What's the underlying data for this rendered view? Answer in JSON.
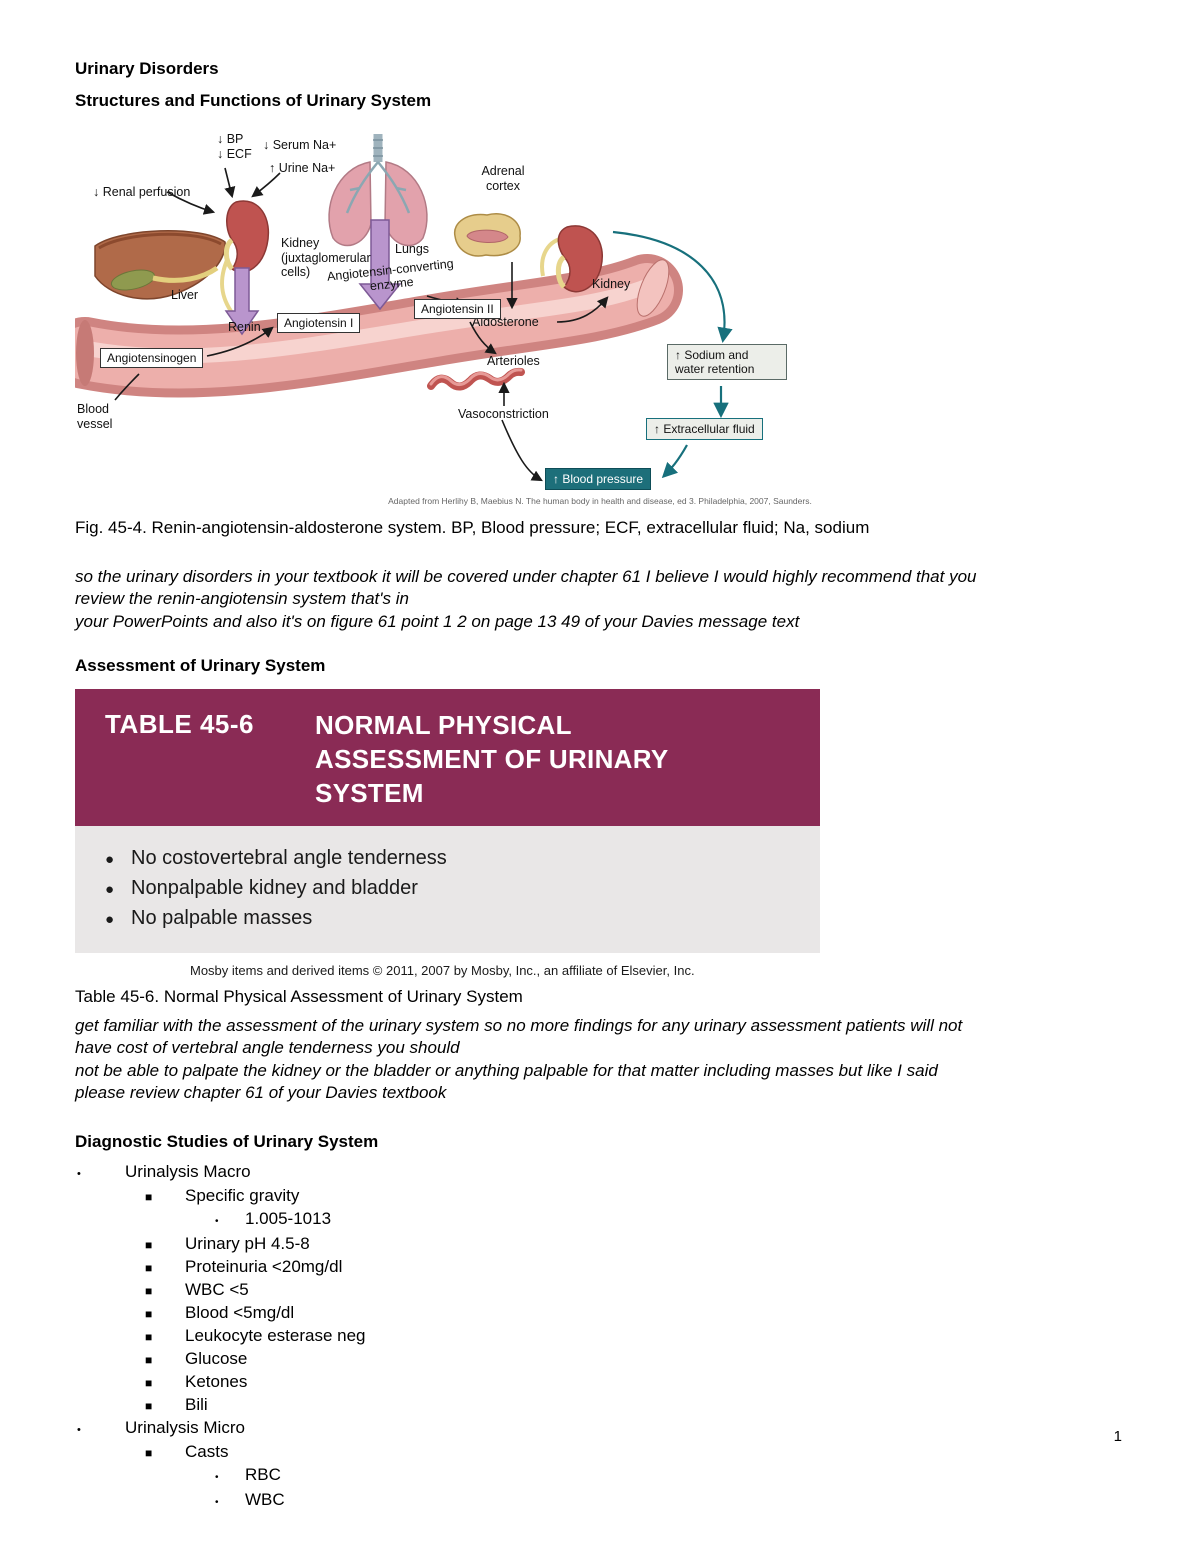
{
  "page": {
    "title1": "Urinary Disorders",
    "title2": "Structures and Functions of Urinary System",
    "fig_caption": "Fig. 45-4. Renin-angiotensin-aldosterone system. BP, Blood pressure; ECF, extracellular fluid; Na, sodium",
    "commentary1": "so the urinary disorders in your textbook it will be covered under chapter 61 I believe I would highly recommend that you\nreview the renin-angiotensin system that's in\nyour PowerPoints and also it's on figure 61 point 1 2 on page 13 49 of your Davies message text",
    "section2": "Assessment of Urinary System",
    "table_caption": "Table 45-6. Normal Physical Assessment of Urinary System",
    "commentary2": "get familiar with the assessment of the urinary system so no more findings for any urinary assessment patients will not\nhave cost of vertebral angle tenderness you should\nnot be able to palpate the kidney or the bladder or anything palpable for that matter including masses but like I said\nplease review chapter 61 of your Davies textbook",
    "section3": "Diagnostic Studies of Urinary System",
    "page_number": "1"
  },
  "diagram": {
    "labels": {
      "bp_ecf": "↓ BP\n↓ ECF",
      "serum_na": "↓ Serum Na+",
      "urine_na": "↑ Urine Na+",
      "renal_perfusion": "↓ Renal perfusion",
      "adrenal_cortex": "Adrenal\ncortex",
      "liver": "Liver",
      "kidney_left": "Kidney\n(juxtaglomerular\ncells)",
      "lungs": "Lungs",
      "kidney_right": "Kidney",
      "renin": "Renin",
      "ace": "Angiotensin-converting\nenzyme",
      "angiotensinogen": "Angiotensinogen",
      "angiotensin_i": "Angiotensin I",
      "angiotensin_ii": "Angiotensin II",
      "aldosterone": "Aldosterone",
      "arterioles": "Arterioles",
      "vasoconstriction": "Vasoconstriction",
      "sodium_retention": "↑ Sodium and\nwater retention",
      "extracellular_fluid": "↑ Extracellular fluid",
      "blood_pressure": "↑ Blood pressure",
      "blood_vessel": "Blood\nvessel",
      "credit": "Adapted from Herlihy B, Maebius N. The human body in health and disease, ed 3. Philadelphia, 2007, Saunders."
    },
    "colors": {
      "vessel_pink": "#cf8481",
      "purple_arrow": "#b995cd",
      "teal_accent": "#17707c"
    }
  },
  "table": {
    "label": "TABLE 45-6",
    "title": "NORMAL PHYSICAL ASSESSMENT OF URINARY SYSTEM",
    "bullet": "●",
    "items": [
      "No costovertebral angle tenderness",
      "Nonpalpable kidney and bladder",
      "No palpable masses"
    ],
    "credit": "Mosby items and derived items © 2011, 2007 by Mosby, Inc., an affiliate of Elsevier, Inc.",
    "header_color": "#8a2b55",
    "body_color": "#e9e7e7"
  },
  "list": {
    "bullets": {
      "1": "•",
      "2": "■",
      "3": "•"
    },
    "items": [
      {
        "level": 1,
        "text": "Urinalysis Macro"
      },
      {
        "level": 2,
        "text": "Specific gravity"
      },
      {
        "level": 3,
        "text": "1.005-1013"
      },
      {
        "level": 2,
        "text": "Urinary pH 4.5-8"
      },
      {
        "level": 2,
        "text": "Proteinuria <20mg/dl"
      },
      {
        "level": 2,
        "text": "WBC  <5"
      },
      {
        "level": 2,
        "text": "Blood <5mg/dl"
      },
      {
        "level": 2,
        "text": "Leukocyte esterase neg"
      },
      {
        "level": 2,
        "text": "Glucose"
      },
      {
        "level": 2,
        "text": "Ketones"
      },
      {
        "level": 2,
        "text": "Bili"
      },
      {
        "level": 1,
        "text": "Urinalysis Micro"
      },
      {
        "level": 2,
        "text": "Casts"
      },
      {
        "level": 3,
        "text": "RBC"
      },
      {
        "level": 3,
        "text": "WBC"
      }
    ]
  }
}
